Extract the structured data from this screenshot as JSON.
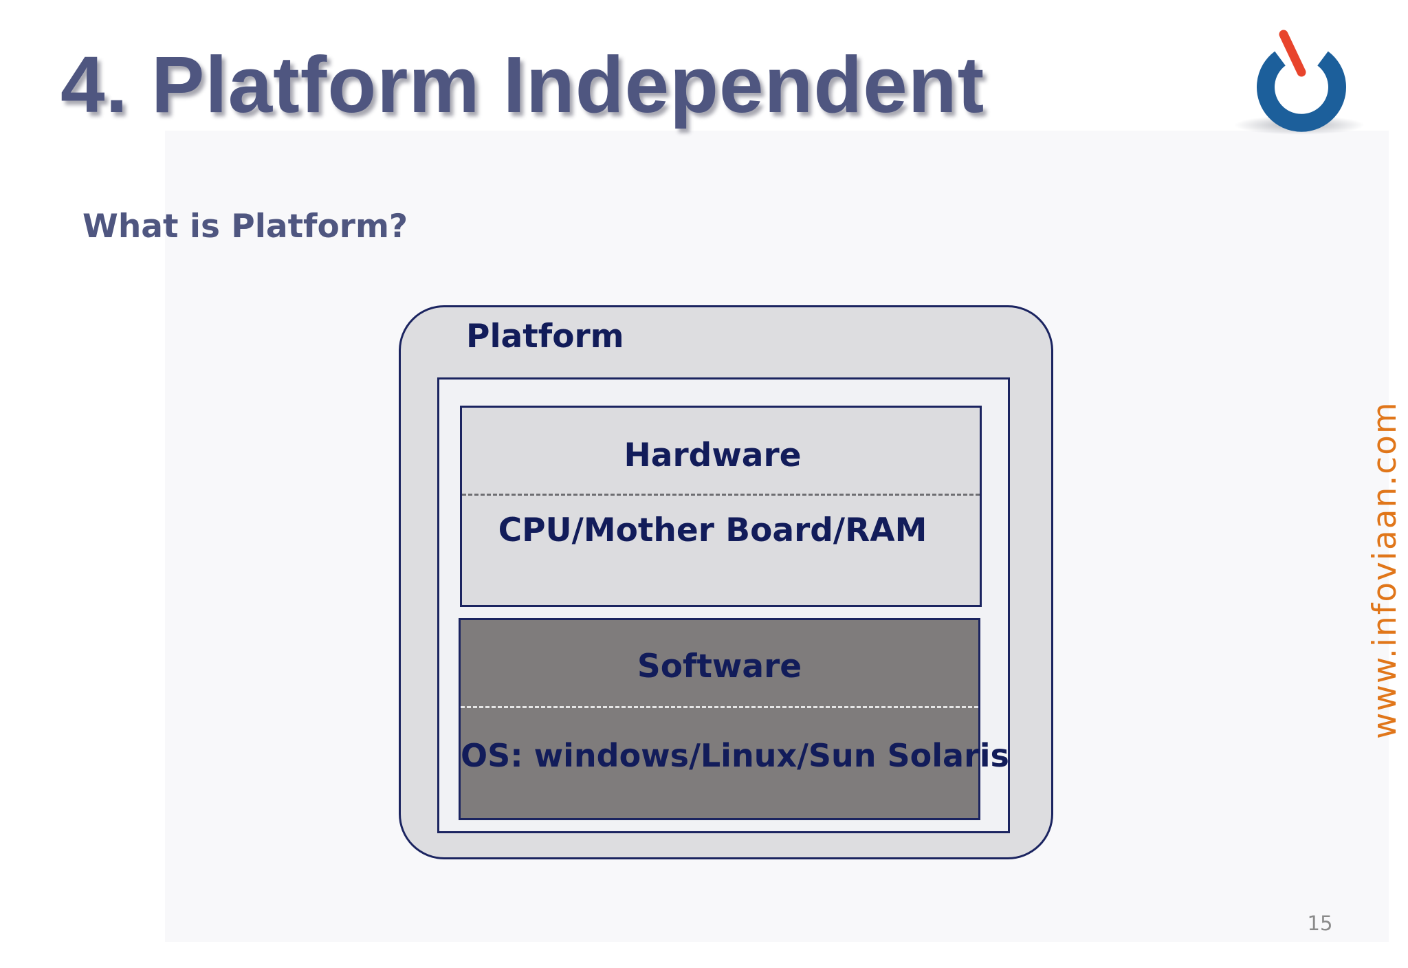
{
  "slide": {
    "title": "4. Platform Independent",
    "subtitle": "What is Platform?",
    "page_number": "15",
    "website": "www.infoviaan.com"
  },
  "logo": {
    "icon": "power-icon",
    "colors": {
      "ring": "#1c5f9b",
      "stroke": "#e8442c"
    }
  },
  "diagram": {
    "container_label": "Platform",
    "layers": [
      {
        "name": "Hardware",
        "detail": "CPU/Mother Board/RAM",
        "fill": "#dcdcdf"
      },
      {
        "name": "Software",
        "detail": "OS: windows/Linux/Sun Solaris",
        "fill": "#7f7c7c"
      }
    ]
  },
  "colors": {
    "title_text": "#4f5680",
    "diagram_text": "#121c5a",
    "border": "#1b2460",
    "website_text": "#e0761a",
    "outer_fill": "#dddde0"
  }
}
